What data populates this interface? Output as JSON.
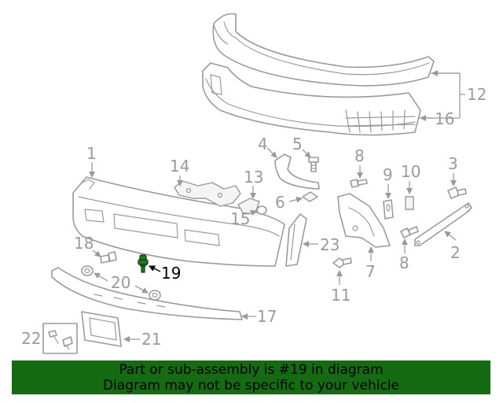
{
  "callouts": {
    "c1": "1",
    "c2": "2",
    "c3": "3",
    "c4": "4",
    "c5": "5",
    "c6": "6",
    "c7": "7",
    "c8a": "8",
    "c8b": "8",
    "c9": "9",
    "c10": "10",
    "c11": "11",
    "c12": "12",
    "c13": "13",
    "c14": "14",
    "c15": "15",
    "c16": "16",
    "c17": "17",
    "c18": "18",
    "c19": "19",
    "c20": "20",
    "c21": "21",
    "c22": "22",
    "c23": "23"
  },
  "highlighted_part": "19",
  "banner": {
    "line1": "Part or sub-assembly is #19 in diagram",
    "line2": "Diagram may not be specific to your vehicle",
    "color": "#146b12"
  },
  "colors": {
    "line": "#9a9a9a",
    "highlight": "#1f7a1f"
  }
}
